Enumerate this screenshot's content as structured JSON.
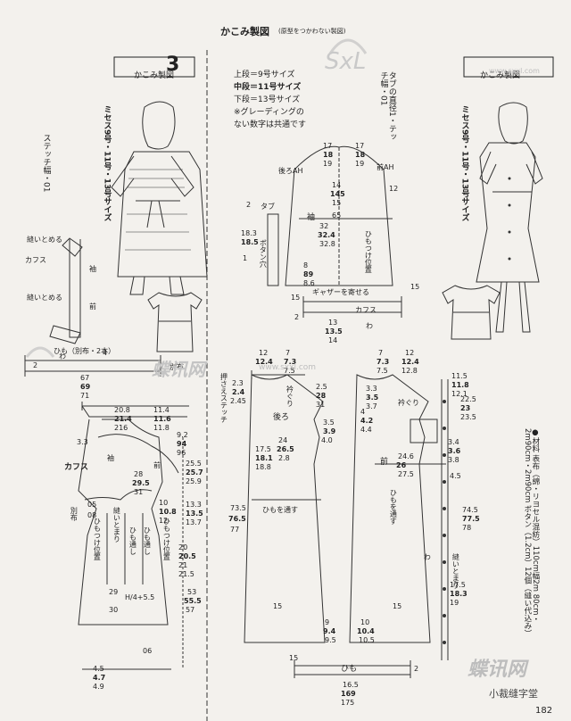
{
  "header": {
    "title": "かこみ製図",
    "subtitle": "(原型をつかわない製図)"
  },
  "left": {
    "label": "かこみ製図",
    "number": "3",
    "size_vertical": "ミセス9号・11号・13号サイズ",
    "stitch_vertical": "ステッチ幅・01",
    "callouts": [
      "縫いとめる",
      "袖",
      "カフス",
      "縫いとめる",
      "前",
      "ひも（別布・2本）",
      "別布",
      "袖",
      "前",
      "カフス",
      "別布",
      "ひもつけ位置",
      "縫いとまり",
      "ひも通し",
      "ひも通し",
      "ひもつけ位置",
      "わ"
    ],
    "m_top": [
      "4",
      "67",
      "69",
      "71",
      "2"
    ],
    "m_left_top": [
      "20.8",
      "21.4",
      "216",
      "11.4",
      "11.6",
      "11.8",
      "9.2",
      "94",
      "96",
      "25.5",
      "25.7",
      "25.9",
      "3.3",
      "28",
      "29.5",
      "31",
      "13.3",
      "13.5",
      "13.7",
      "10",
      "10.8",
      "12",
      "05",
      "08",
      "20",
      "20.5",
      "21",
      "21.5",
      "29",
      "30"
    ],
    "m_left_bottom": [
      "53",
      "55.5",
      "57",
      "06",
      "4.5",
      "4.7",
      "4.9",
      "H/4+5.5"
    ],
    "front_label": "前"
  },
  "center_top": {
    "grade_lines": [
      "上段＝9号サイズ",
      "中段＝11号サイズ",
      "下段＝13号サイズ",
      "※グレーディングの",
      "ない数字は共通です"
    ],
    "tab_vertical": "タブの直径1・テッチ幅・01",
    "labels": [
      "後ろAH",
      "前AH",
      "袖",
      "タブ",
      "ボタン穴",
      "ギャザーを寄せる",
      "カフス",
      "わ",
      "ひもつけ位置"
    ],
    "nums": [
      "17",
      "18",
      "19",
      "17",
      "18",
      "19",
      "14",
      "145",
      "15",
      "12",
      "2",
      "65",
      "32",
      "32.4",
      "32.8",
      "18.3",
      "18.5",
      "8",
      "89",
      "8.6",
      "15",
      "13",
      "13.5",
      "14",
      "15",
      "2",
      "1"
    ]
  },
  "right": {
    "label": "かこみ製図",
    "size_vertical": "ミセス9号・11号・13号サイズ",
    "materials_vertical": "●材料 表布（綿・リヨセル混紡）110cm幅2m 80cm・2m90cm・2m90cm ボタン（1.2cm）12個（縫い代込み）",
    "labels": [
      "前",
      "衿ぐり",
      "ひもを通す",
      "ひも",
      "わ",
      "縫いとまり"
    ],
    "nums": [
      "7",
      "7.3",
      "7.5",
      "12",
      "12.4",
      "12.8",
      "11.5",
      "11.8",
      "12.1",
      "22.5",
      "23",
      "23.5",
      "3.3",
      "3.5",
      "3.7",
      "4",
      "4.2",
      "4.4",
      "3.4",
      "3.6",
      "3.8",
      "24.6",
      "26",
      "27.5",
      "4.5",
      "74.5",
      "77.5",
      "78",
      "17.5",
      "18.3",
      "19",
      "10",
      "10.4",
      "10.5",
      "15"
    ]
  },
  "center_bottom": {
    "labels": [
      "後ろ",
      "ひもを通す",
      "衿ぐり",
      "押さえステッチ"
    ],
    "nums": [
      "12",
      "12.4",
      "7",
      "7.3",
      "7.5",
      "2.3",
      "2.4",
      "2.45",
      "2.5",
      "28",
      "31",
      "3.5",
      "3.9",
      "4.0",
      "24",
      "26.5",
      "2.8",
      "17.5",
      "18.1",
      "18.8",
      "73.5",
      "76.5",
      "77",
      "15",
      "9",
      "9.4",
      "9.5"
    ]
  },
  "bottom_tie": {
    "label": "ひも",
    "nums": [
      "15",
      "16.5",
      "169",
      "175",
      "2"
    ]
  },
  "watermark": {
    "brand": "蝶讯网",
    "site": "www.sxxl.com",
    "logo": "SxL",
    "wechat": "小裁缝字堂"
  },
  "page_number": "182"
}
